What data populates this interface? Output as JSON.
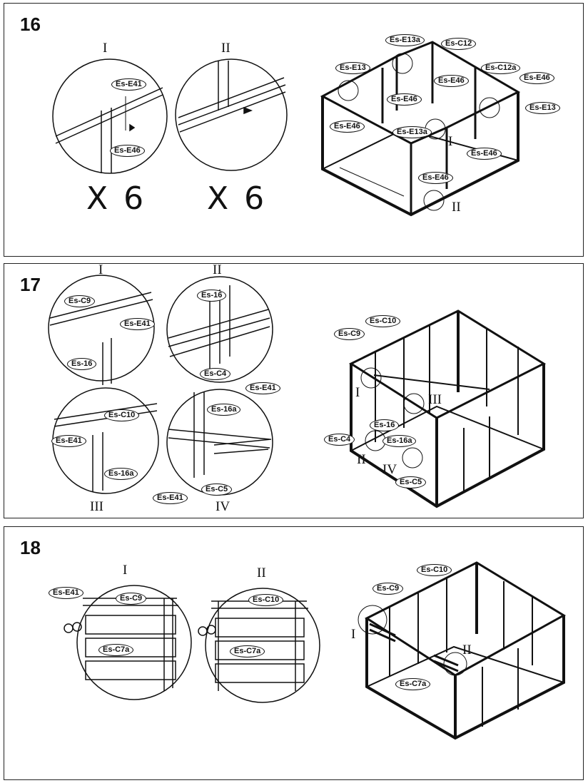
{
  "steps": [
    {
      "number": "16",
      "detail_labels": [
        "I",
        "II"
      ],
      "multipliers": [
        "X 6",
        "X 6"
      ],
      "detail_parts": [
        "Es-E41",
        "Es-E46"
      ],
      "main_parts": [
        "Es-E13a",
        "Es-C12",
        "Es-E13",
        "Es-C12a",
        "Es-E46",
        "Es-E46",
        "Es-E46",
        "Es-E13",
        "Es-E46",
        "Es-E13a",
        "Es-E46",
        "Es-E46"
      ],
      "main_markers": [
        "I",
        "II"
      ]
    },
    {
      "number": "17",
      "detail_labels": [
        "I",
        "II",
        "III",
        "IV"
      ],
      "detail_parts": [
        "Es-C9",
        "Es-E41",
        "Es-16",
        "Es-16",
        "Es-C4",
        "Es-E41",
        "Es-C10",
        "Es-E41",
        "Es-16a",
        "Es-16a",
        "Es-E41",
        "Es-C5"
      ],
      "main_parts": [
        "Es-C10",
        "Es-C9",
        "Es-16",
        "Es-C4",
        "Es-16a",
        "Es-C5"
      ],
      "main_markers": [
        "I",
        "III",
        "II",
        "IV"
      ]
    },
    {
      "number": "18",
      "detail_labels": [
        "I",
        "II"
      ],
      "detail_parts": [
        "Es-E41",
        "Es-C9",
        "Es-C7a",
        "Es-C10",
        "Es-C7a"
      ],
      "main_parts": [
        "Es-C10",
        "Es-C9",
        "Es-C7a"
      ],
      "main_markers": [
        "I",
        "II"
      ]
    }
  ]
}
